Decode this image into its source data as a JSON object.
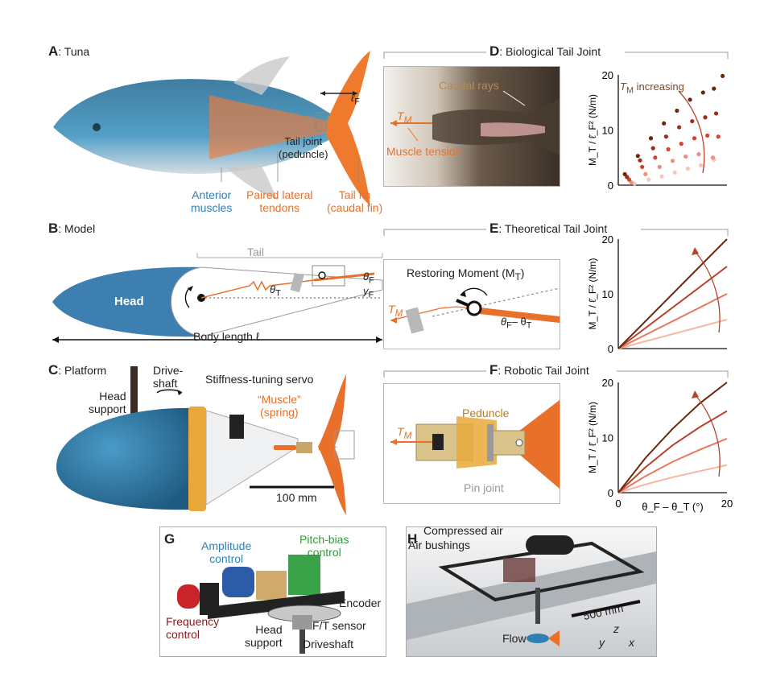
{
  "panels": {
    "a": {
      "letter": "A",
      "title": ": Tuna",
      "span_label": "ℓ",
      "span_sub": "F",
      "tail_joint": "Tail joint",
      "peduncle": "(peduncle)",
      "anterior": "Anterior",
      "muscles": "muscles",
      "paired": "Paired lateral",
      "tendons": "tendons",
      "tail_fin": "Tail fin",
      "caudal_fin": "(caudal fin)"
    },
    "b": {
      "letter": "B",
      "title": ": Model",
      "tail": "Tail",
      "head": "Head",
      "body_length": "Body length ℓ",
      "theta_t": "θ",
      "theta_t_sub": "T",
      "theta_f": "θ",
      "theta_f_sub": "F",
      "y_f": "y",
      "y_f_sub": "F"
    },
    "c": {
      "letter": "C",
      "title": ": Platform",
      "head_support_1": "Head",
      "head_support_2": "support",
      "drive_1": "Drive-",
      "drive_2": "shaft",
      "servo": "Stiffness-tuning servo",
      "muscle_1": "“Muscle”",
      "muscle_2": "(spring)",
      "scale": "100 mm"
    },
    "d": {
      "letter": "D",
      "title": ": Biological Tail Joint",
      "caudal_rays": "Caudal rays",
      "tm": "T",
      "tm_sub": "M",
      "muscle_tension": "Muscle tension",
      "tm_increasing": "T",
      "tm_increasing_sub": "M",
      "tm_increasing_text": " increasing"
    },
    "e": {
      "letter": "E",
      "title": ": Theoretical Tail Joint",
      "restoring": "Restoring Moment (M",
      "restoring_sub": "T",
      "restoring_close": ")",
      "tm": "T",
      "tm_sub": "M",
      "angle": "θ",
      "angle_sub1": "F",
      "angle_mid": "– θ",
      "angle_sub2": "T"
    },
    "f": {
      "letter": "F",
      "title": ": Robotic Tail Joint",
      "peduncle": "Peduncle",
      "pin_joint": "Pin joint",
      "tm": "T",
      "tm_sub": "M"
    },
    "g": {
      "letter": "G",
      "amplitude_1": "Amplitude",
      "amplitude_2": "control",
      "pitch_1": "Pitch-bias",
      "pitch_2": "control",
      "encoder": "Encoder",
      "ft": "F/T sensor",
      "drive": "Driveshaft",
      "head_1": "Head",
      "head_2": "support",
      "freq_1": "Frequency",
      "freq_2": "control"
    },
    "h": {
      "letter": "H",
      "compressed": "Compressed air",
      "bushings": "Air bushings",
      "scale": "500 mm",
      "flow": "Flow",
      "axis_y": "y",
      "axis_z": "z",
      "axis_x": "x"
    }
  },
  "chart_data": [
    {
      "type": "scatter",
      "panel": "D",
      "ylabel": "M_T / ℓ̄_F² (N/m)",
      "xlabel": "",
      "ylim": [
        0,
        20
      ],
      "yticks": [
        "0",
        "10",
        "20"
      ],
      "annotation": "T_M increasing",
      "series": [
        {
          "color": "#f6c7b8",
          "x": [
            0.15,
            0.28,
            0.4,
            0.52,
            0.64,
            0.76,
            0.88
          ],
          "y": [
            0.3,
            1.0,
            1.6,
            2.3,
            3.0,
            3.6,
            4.6
          ]
        },
        {
          "color": "#ee8f78",
          "x": [
            0.12,
            0.25,
            0.38,
            0.5,
            0.62,
            0.74,
            0.87
          ],
          "y": [
            0.5,
            2.0,
            3.3,
            4.4,
            5.2,
            5.6,
            5.0
          ]
        },
        {
          "color": "#d9432d",
          "x": [
            0.1,
            0.22,
            0.34,
            0.46,
            0.58,
            0.7,
            0.82,
            0.92
          ],
          "y": [
            1.0,
            3.3,
            5.0,
            6.5,
            7.5,
            8.5,
            9.0,
            8.8
          ]
        },
        {
          "color": "#a32a1a",
          "x": [
            0.08,
            0.2,
            0.32,
            0.44,
            0.56,
            0.68,
            0.8,
            0.9
          ],
          "y": [
            1.5,
            4.5,
            6.7,
            8.8,
            10.5,
            11.6,
            12.3,
            13.0
          ]
        },
        {
          "color": "#6b2610",
          "x": [
            0.06,
            0.18,
            0.3,
            0.42,
            0.54,
            0.66,
            0.78,
            0.88,
            0.96
          ],
          "y": [
            2.0,
            5.3,
            8.5,
            11.2,
            13.5,
            15.5,
            16.8,
            17.5,
            19.8
          ]
        }
      ]
    },
    {
      "type": "line",
      "panel": "E",
      "ylabel": "M_T / ℓ̄_F² (N/m)",
      "xlim": [
        0,
        20
      ],
      "ylim": [
        0,
        20
      ],
      "yticks": [
        "0",
        "10",
        "20"
      ],
      "series": [
        {
          "color": "#f6b6a2",
          "x": [
            0,
            20
          ],
          "y": [
            0,
            5.3
          ]
        },
        {
          "color": "#e8775c",
          "x": [
            0,
            20
          ],
          "y": [
            0,
            10
          ]
        },
        {
          "color": "#b8422b",
          "x": [
            0,
            20
          ],
          "y": [
            0,
            15
          ]
        },
        {
          "color": "#6b2610",
          "x": [
            0,
            20
          ],
          "y": [
            0,
            20
          ]
        }
      ]
    },
    {
      "type": "line",
      "panel": "F",
      "ylabel": "M_T / ℓ̄_F² (N/m)",
      "xlabel": "θ_F – θ_T (°)",
      "xlim": [
        0,
        20
      ],
      "ylim": [
        0,
        20
      ],
      "yticks": [
        "0",
        "10",
        "20"
      ],
      "xticks": [
        "0",
        "20"
      ],
      "series": [
        {
          "color": "#f6b6a2",
          "x": [
            0,
            5,
            10,
            15,
            20
          ],
          "y": [
            0,
            1.5,
            2.8,
            3.9,
            5.0
          ]
        },
        {
          "color": "#e8775c",
          "x": [
            0,
            5,
            10,
            15,
            20
          ],
          "y": [
            0,
            3.0,
            5.6,
            7.8,
            9.8
          ]
        },
        {
          "color": "#b8422b",
          "x": [
            0,
            5,
            10,
            15,
            20
          ],
          "y": [
            0,
            4.6,
            8.6,
            11.9,
            14.8
          ]
        },
        {
          "color": "#6b2610",
          "x": [
            0,
            5,
            10,
            15,
            20
          ],
          "y": [
            0,
            6.3,
            11.6,
            16.2,
            20.0
          ]
        }
      ]
    }
  ]
}
